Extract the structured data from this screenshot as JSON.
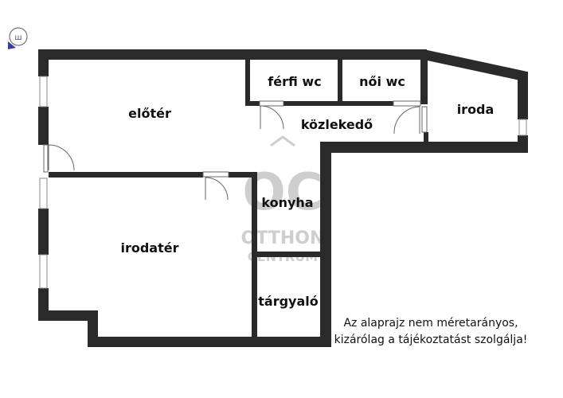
{
  "rooms": {
    "eloter": "előtér",
    "ferfi_wc": "férfi wc",
    "noi_wc": "női wc",
    "iroda": "iroda",
    "kozlekedo": "közlekedő",
    "konyha": "konyha",
    "irodater": "irodatér",
    "targyalo": "tárgyaló"
  },
  "disclaimer": {
    "line1": "Az alaprajz nem méretarányos,",
    "line2": "kizárólag a tájékoztatást szolgálja!"
  },
  "watermark": {
    "logo": "OC",
    "line1": "OTTHON",
    "line2": "CENTRUM"
  },
  "colors": {
    "wall": "#2a2a2a",
    "watermark": "#c9c9c9",
    "compass": "#3a3aa0"
  }
}
